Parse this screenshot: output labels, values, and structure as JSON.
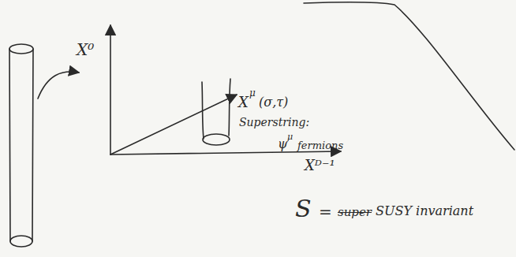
{
  "diagram": {
    "labels": [
      "X⁰",
      "Xᴰ⁻¹",
      "X",
      "μ",
      "(σ,τ)",
      "Superstring:",
      "ψ",
      "μ",
      "fermions",
      "S",
      "=",
      "super",
      "SUSY invariant"
    ]
  }
}
